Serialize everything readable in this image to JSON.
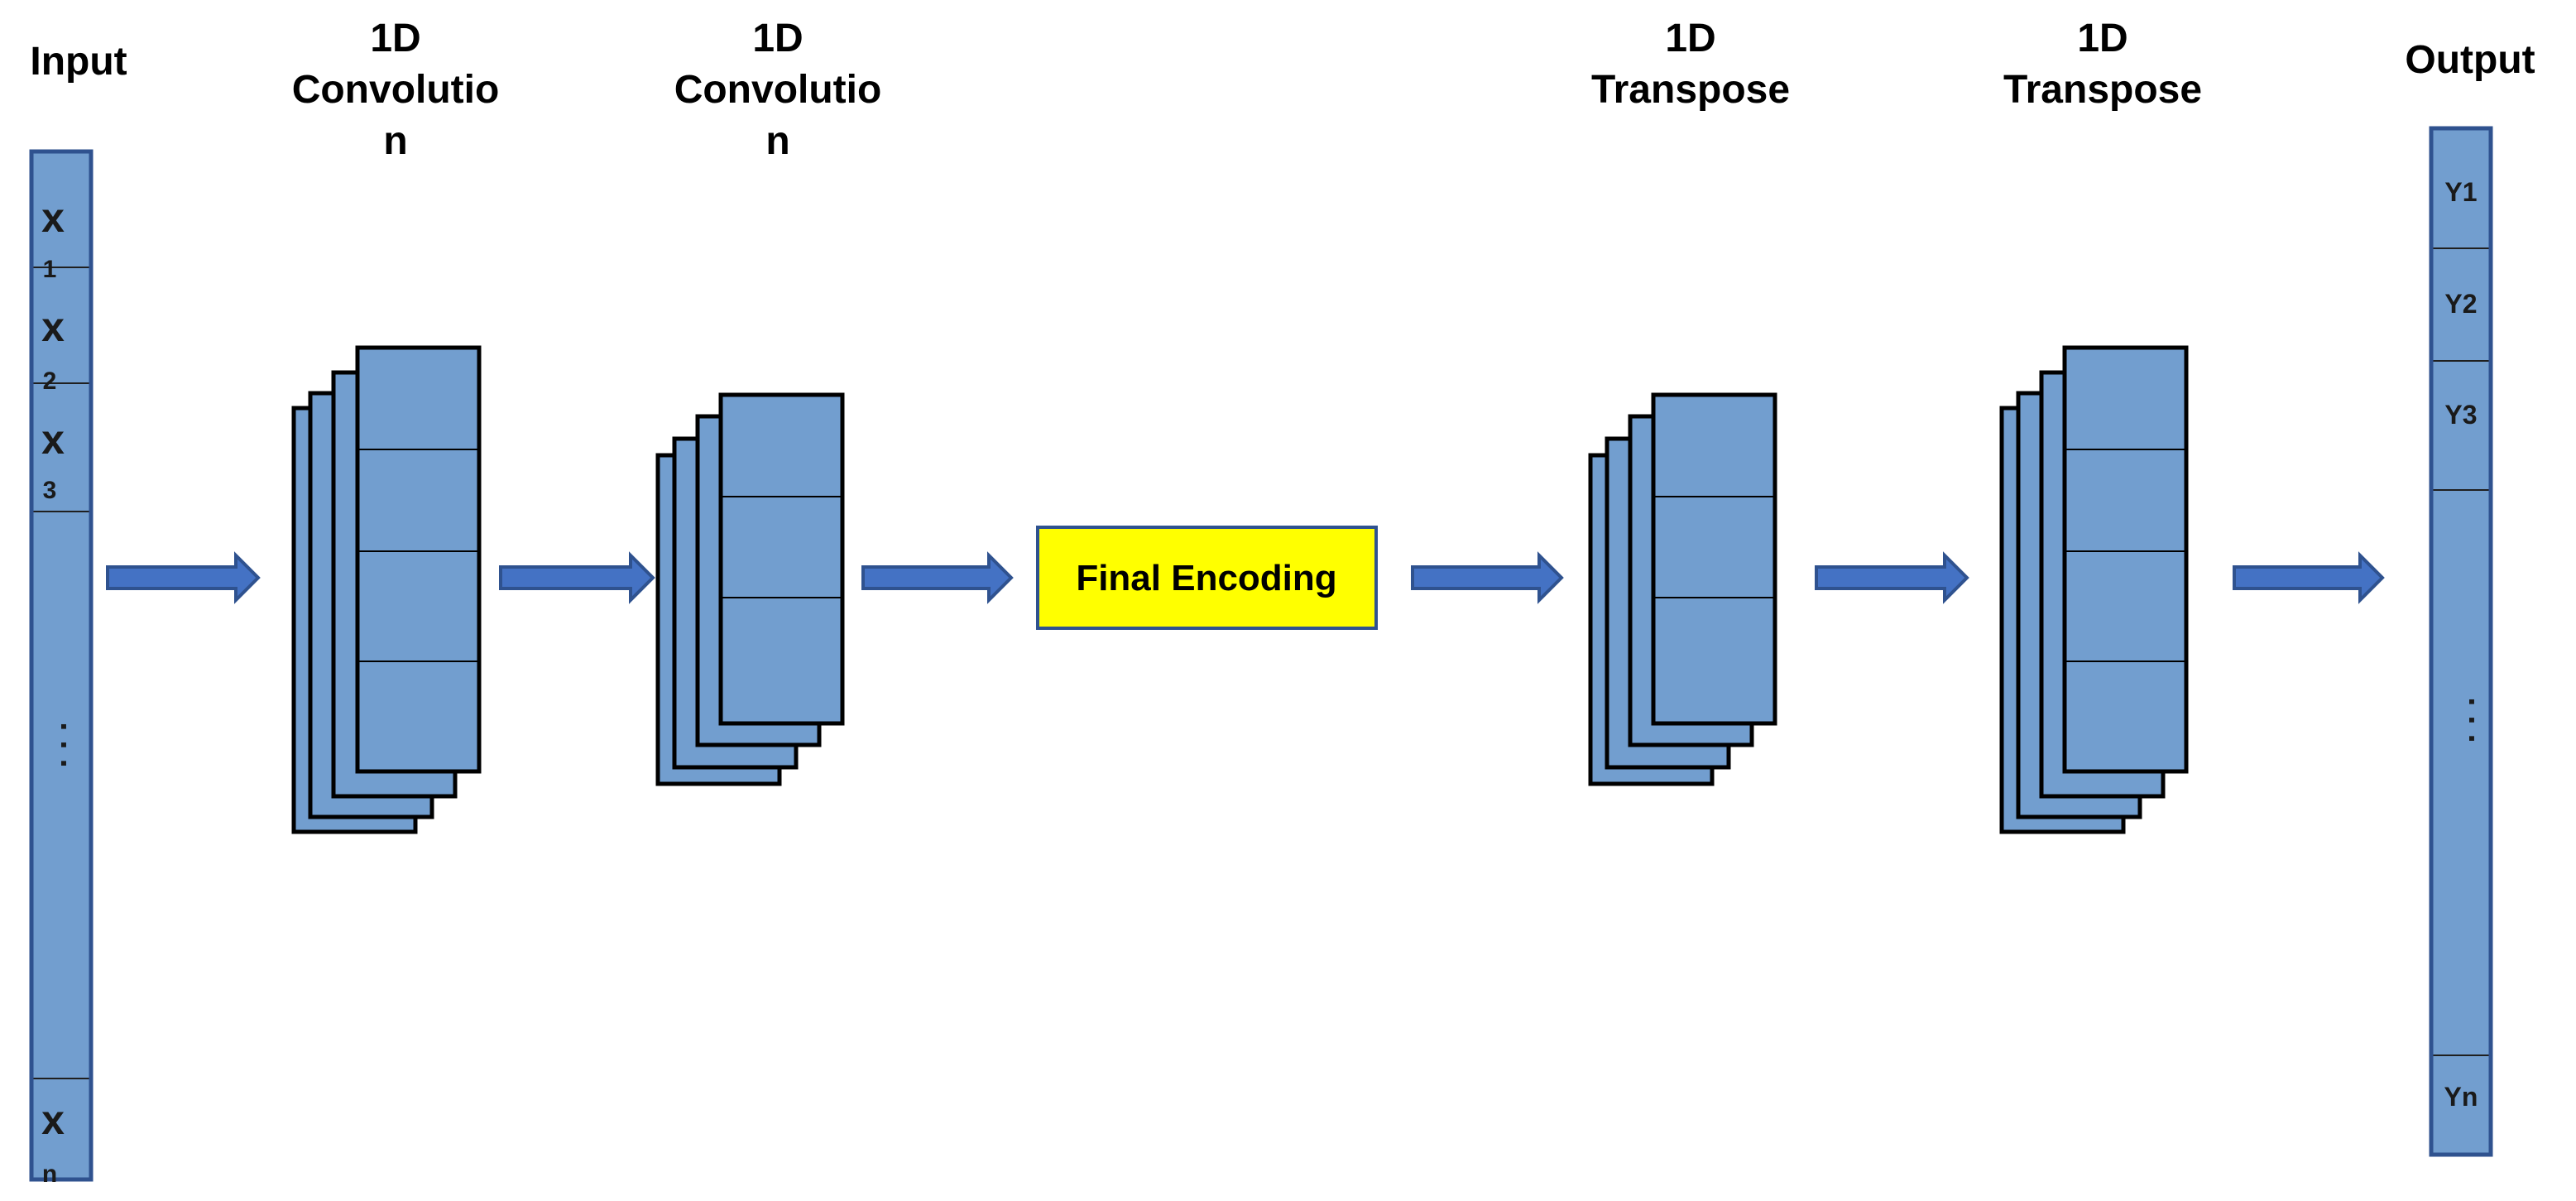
{
  "colors": {
    "block_fill": "#729ecf",
    "block_border": "#2f528f",
    "arrow_fill": "#4472c4",
    "encoding_fill": "#ffff00",
    "text": "#000000"
  },
  "input": {
    "label": "Input",
    "cells": [
      {
        "main": "x",
        "sub": "1"
      },
      {
        "main": "x",
        "sub": "2"
      },
      {
        "main": "x",
        "sub": "3"
      },
      {
        "main": ". . .",
        "sub": ""
      },
      {
        "main": "x",
        "sub": "n"
      }
    ]
  },
  "layers": [
    {
      "kind": "conv",
      "label_line1": "1D",
      "label_line2": "Convolutio",
      "label_line3": "n",
      "cells": 4
    },
    {
      "kind": "conv",
      "label_line1": "1D",
      "label_line2": "Convolutio",
      "label_line3": "n",
      "cells": 3
    },
    {
      "kind": "transpose",
      "label_line1": "1D",
      "label_line2": "Transpose",
      "cells": 3
    },
    {
      "kind": "transpose",
      "label_line1": "1D",
      "label_line2": "Transpose",
      "cells": 4
    }
  ],
  "encoding": {
    "label": "Final Encoding"
  },
  "output": {
    "label": "Output",
    "cells": [
      "Y1",
      "Y2",
      "Y3",
      ". . .",
      "Yn"
    ]
  },
  "arrow_count": 6
}
